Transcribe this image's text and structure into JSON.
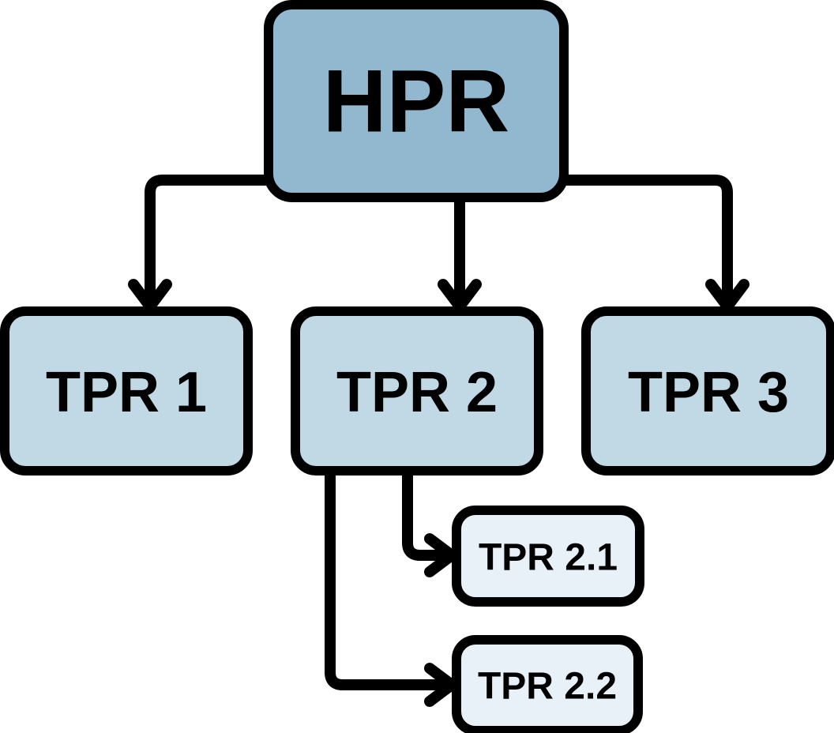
{
  "diagram": {
    "type": "hierarchy-flowchart",
    "background_color": "#ffffff",
    "line_color": "#000000",
    "text_color": "#000000",
    "nodes": {
      "root": {
        "label": "HPR",
        "fill": "#92b8d0",
        "level": 0
      },
      "tpr1": {
        "label": "TPR 1",
        "fill": "#c1d8e5",
        "level": 1
      },
      "tpr2": {
        "label": "TPR 2",
        "fill": "#c1d8e5",
        "level": 1
      },
      "tpr3": {
        "label": "TPR 3",
        "fill": "#c1d8e5",
        "level": 1
      },
      "tpr21": {
        "label": "TPR 2.1",
        "fill": "#e8f1f8",
        "level": 2
      },
      "tpr22": {
        "label": "TPR 2.2",
        "fill": "#e8f1f8",
        "level": 2
      }
    },
    "edges": [
      {
        "from": "HPR",
        "to": "TPR 1"
      },
      {
        "from": "HPR",
        "to": "TPR 2"
      },
      {
        "from": "HPR",
        "to": "TPR 3"
      },
      {
        "from": "TPR 2",
        "to": "TPR 2.1"
      },
      {
        "from": "TPR 2",
        "to": "TPR 2.2"
      }
    ]
  }
}
